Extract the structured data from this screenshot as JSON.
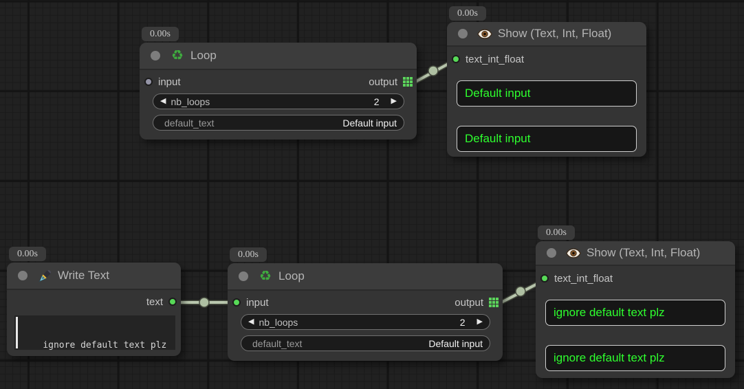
{
  "colors": {
    "link": "#b9c7ae",
    "link_outline": "#454a3e",
    "socket_connected": "#57d957",
    "socket_unconnected": "#9494a6",
    "show_text_green": "#2eff2e",
    "icon_green": "#3fae3f"
  },
  "icons": {
    "recycle": "♻",
    "decrement": "◀",
    "increment": "▶"
  },
  "nodes": {
    "loop_top": {
      "timer": "0.00s",
      "title": "Loop",
      "input": "input",
      "output": "output",
      "nb_loops": {
        "label": "nb_loops",
        "value": "2"
      },
      "default_text": {
        "label": "default_text",
        "value": "Default input"
      }
    },
    "show_top": {
      "timer": "0.00s",
      "title": "Show (Text, Int, Float)",
      "input": "text_int_float",
      "box1": "Default input",
      "box2": "Default input"
    },
    "write_text": {
      "timer": "0.00s",
      "title": "Write Text",
      "output": "text",
      "text_value": "ignore default text plz"
    },
    "loop_bottom": {
      "timer": "0.00s",
      "title": "Loop",
      "input": "input",
      "output": "output",
      "nb_loops": {
        "label": "nb_loops",
        "value": "2"
      },
      "default_text": {
        "label": "default_text",
        "value": "Default input"
      }
    },
    "show_bottom": {
      "timer": "0.00s",
      "title": "Show (Text, Int, Float)",
      "input": "text_int_float",
      "box1": "ignore default text plz",
      "box2": "ignore default text plz"
    }
  }
}
